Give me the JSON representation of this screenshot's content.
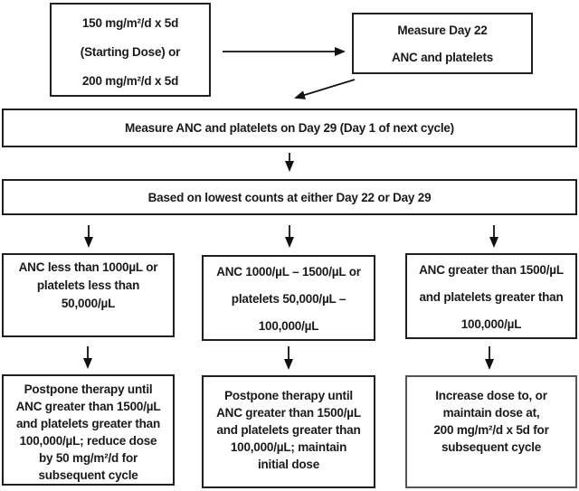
{
  "flowchart": {
    "start_box": {
      "lines": [
        "150 mg/m²/d x 5d",
        "(Starting Dose) or",
        "200 mg/m²/d x 5d"
      ]
    },
    "measure_day22_box": {
      "lines": [
        "Measure Day 22",
        "ANC and platelets"
      ]
    },
    "measure_day29_box": {
      "text": "Measure ANC and platelets on Day 29 (Day 1 of next cycle)"
    },
    "lowest_counts_box": {
      "text": "Based on lowest counts at either Day 22 or Day 29"
    },
    "branch_low": {
      "lines": [
        "ANC less than 1000µL or",
        "platelets less than",
        "50,000/µL"
      ]
    },
    "branch_mid": {
      "lines": [
        "ANC 1000/µL – 1500/µL or",
        "platelets 50,000/µL –",
        "100,000/µL"
      ]
    },
    "branch_high": {
      "lines": [
        "ANC greater than 1500/µL",
        "and platelets greater than",
        "100,000/µL"
      ]
    },
    "outcome_low": {
      "lines": [
        "Postpone therapy until",
        "ANC greater than 1500/µL",
        "and platelets greater than",
        "100,000/µL; reduce dose",
        "by 50 mg/m²/d for",
        "subsequent cycle"
      ]
    },
    "outcome_mid": {
      "lines": [
        "Postpone therapy until",
        "ANC greater than 1500/µL",
        "and platelets greater than",
        "100,000/µL; maintain",
        "initial dose"
      ]
    },
    "outcome_high": {
      "lines": [
        "Increase dose to, or",
        "maintain dose at,",
        "200 mg/m²/d x 5d for",
        "subsequent cycle"
      ]
    },
    "colors": {
      "border": "#1f1f1f",
      "text": "#1a1a1a",
      "background": "#ffffff",
      "arrow": "#111111"
    }
  }
}
